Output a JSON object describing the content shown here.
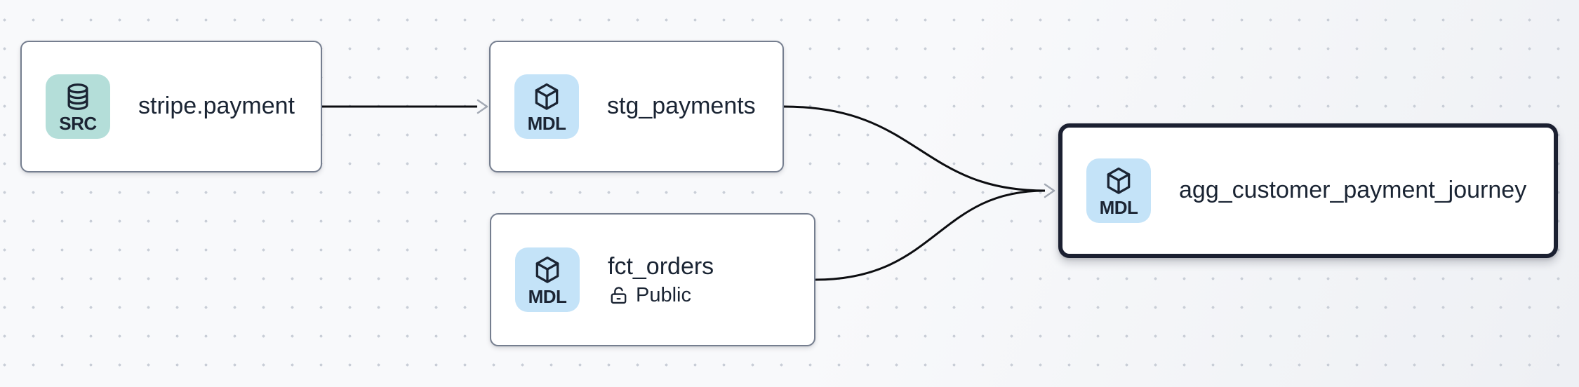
{
  "canvas": {
    "background": "#f8f9fb",
    "dot_color": "#c9ced7",
    "edge_color": "#0c0d10",
    "arrowhead_color": "#a3a9b4",
    "node_border_color": "#757e8f",
    "selected_border_color": "#1b2031",
    "title_color": "#1a2433",
    "src_badge_bg": "#b4ded9",
    "mdl_badge_bg": "#c4e3f8"
  },
  "nodes": [
    {
      "id": "stripe.payment",
      "title": "stripe.payment",
      "badge_label": "SRC",
      "badge_icon": "database-icon",
      "selected": false
    },
    {
      "id": "stg_payments",
      "title": "stg_payments",
      "badge_label": "MDL",
      "badge_icon": "cube-icon",
      "selected": false
    },
    {
      "id": "fct_orders",
      "title": "fct_orders",
      "badge_label": "MDL",
      "badge_icon": "cube-icon",
      "access": "Public",
      "access_icon": "unlock-icon",
      "selected": false
    },
    {
      "id": "agg_customer_payment_journey",
      "title": "agg_customer_payment_journey",
      "badge_label": "MDL",
      "badge_icon": "cube-icon",
      "selected": true
    }
  ],
  "edges": [
    {
      "from": "stripe.payment",
      "to": "stg_payments"
    },
    {
      "from": "stg_payments",
      "to": "agg_customer_payment_journey"
    },
    {
      "from": "fct_orders",
      "to": "agg_customer_payment_journey"
    }
  ]
}
